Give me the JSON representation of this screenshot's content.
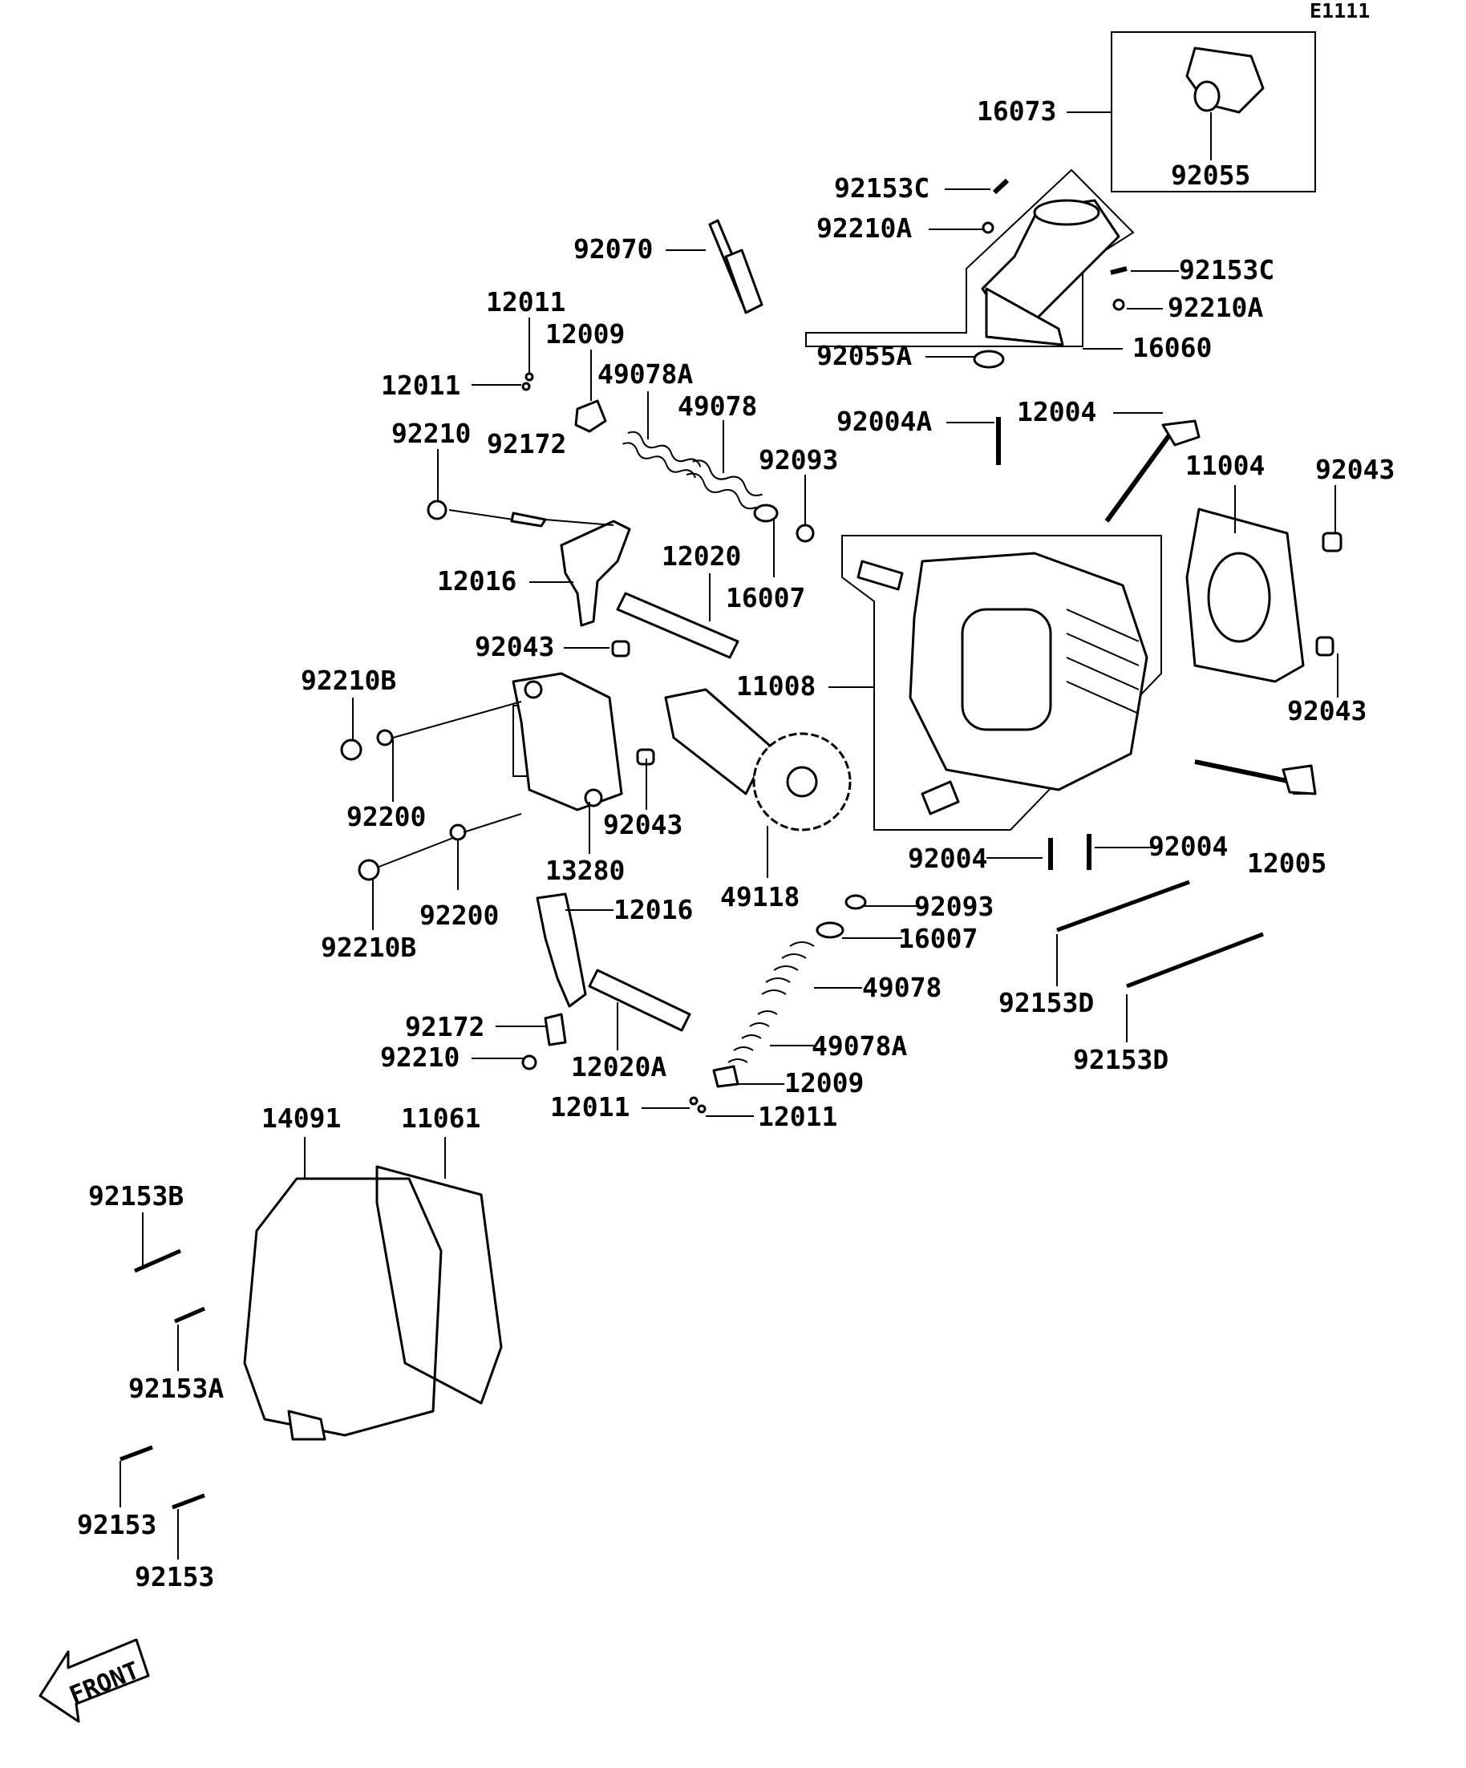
{
  "diagram_code": "E1111",
  "front_label": "FRONT",
  "labels": [
    {
      "id": "16073",
      "text": "16073"
    },
    {
      "id": "92055",
      "text": "92055"
    },
    {
      "id": "92153C-a",
      "text": "92153C"
    },
    {
      "id": "92210A-a",
      "text": "92210A"
    },
    {
      "id": "92070",
      "text": "92070"
    },
    {
      "id": "92153C-b",
      "text": "92153C"
    },
    {
      "id": "92210A-b",
      "text": "92210A"
    },
    {
      "id": "12011-a",
      "text": "12011"
    },
    {
      "id": "12009-a",
      "text": "12009"
    },
    {
      "id": "92055A",
      "text": "92055A"
    },
    {
      "id": "16060",
      "text": "16060"
    },
    {
      "id": "12011-b",
      "text": "12011"
    },
    {
      "id": "49078A-a",
      "text": "49078A"
    },
    {
      "id": "49078-a",
      "text": "49078"
    },
    {
      "id": "92004A",
      "text": "92004A"
    },
    {
      "id": "12004",
      "text": "12004"
    },
    {
      "id": "92210-a",
      "text": "92210"
    },
    {
      "id": "92172-a",
      "text": "92172"
    },
    {
      "id": "92093-a",
      "text": "92093"
    },
    {
      "id": "11004",
      "text": "11004"
    },
    {
      "id": "92043-a",
      "text": "92043"
    },
    {
      "id": "12020",
      "text": "12020"
    },
    {
      "id": "12016-a",
      "text": "12016"
    },
    {
      "id": "16007-a",
      "text": "16007"
    },
    {
      "id": "92043-b",
      "text": "92043"
    },
    {
      "id": "92210B-a",
      "text": "92210B"
    },
    {
      "id": "11008",
      "text": "11008"
    },
    {
      "id": "92043-c",
      "text": "92043"
    },
    {
      "id": "92200-a",
      "text": "92200"
    },
    {
      "id": "92043-d",
      "text": "92043"
    },
    {
      "id": "92004-a",
      "text": "92004"
    },
    {
      "id": "92004-b",
      "text": "92004"
    },
    {
      "id": "12005",
      "text": "12005"
    },
    {
      "id": "13280",
      "text": "13280"
    },
    {
      "id": "49118",
      "text": "49118"
    },
    {
      "id": "92093-b",
      "text": "92093"
    },
    {
      "id": "12016-b",
      "text": "12016"
    },
    {
      "id": "92200-b",
      "text": "92200"
    },
    {
      "id": "92210B-b",
      "text": "92210B"
    },
    {
      "id": "16007-b",
      "text": "16007"
    },
    {
      "id": "49078-b",
      "text": "49078"
    },
    {
      "id": "92153D-a",
      "text": "92153D"
    },
    {
      "id": "92172-b",
      "text": "92172"
    },
    {
      "id": "49078A-b",
      "text": "49078A"
    },
    {
      "id": "92210-b",
      "text": "92210"
    },
    {
      "id": "12020A",
      "text": "12020A"
    },
    {
      "id": "92153D-b",
      "text": "92153D"
    },
    {
      "id": "12009-b",
      "text": "12009"
    },
    {
      "id": "12011-c",
      "text": "12011"
    },
    {
      "id": "12011-d",
      "text": "12011"
    },
    {
      "id": "14091",
      "text": "14091"
    },
    {
      "id": "11061",
      "text": "11061"
    },
    {
      "id": "92153B",
      "text": "92153B"
    },
    {
      "id": "92153A",
      "text": "92153A"
    },
    {
      "id": "92153-a",
      "text": "92153"
    },
    {
      "id": "92153-b",
      "text": "92153"
    }
  ]
}
